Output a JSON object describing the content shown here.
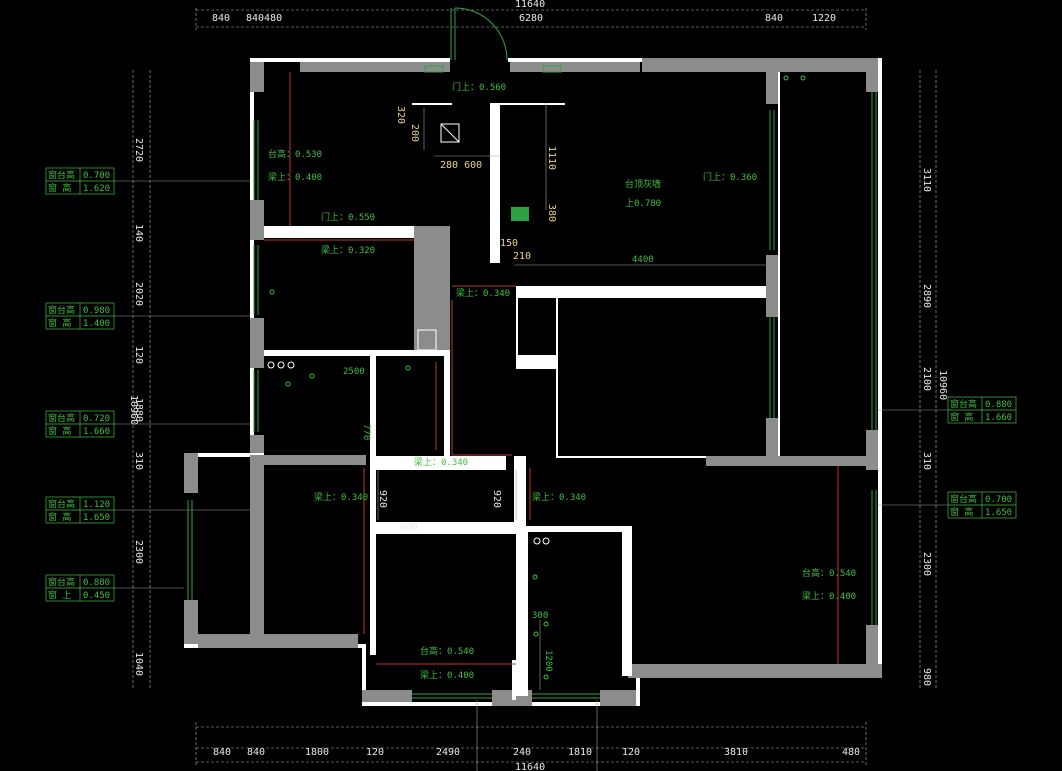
{
  "colors": {
    "wall": "#ffffff",
    "column": "#8c8c8c",
    "window": "#2ea043",
    "beam": "#c0392b",
    "text": "#3fbf3f",
    "dimension": "#b4b4b4"
  },
  "dims_top": {
    "total": "11640",
    "d1": "840",
    "d2": "840480",
    "d3": "6280",
    "d4": "840",
    "d5": "1220"
  },
  "dims_bottom": {
    "total": "11640",
    "d1": "840",
    "d2": "840",
    "d3": "1800",
    "d4": "120",
    "d5": "2490",
    "d6": "240",
    "d7": "1810",
    "d8": "120",
    "d9": "3810",
    "d10": "480"
  },
  "dims_left": {
    "total": "10960",
    "d1": "2720",
    "d2": "140",
    "d3": "2020",
    "d4": "120",
    "d5": "1880",
    "d6": "310",
    "d7": "2300",
    "d8": "1040"
  },
  "dims_right": {
    "total": "10960",
    "d1": "3110",
    "d2": "2890",
    "d3": "2100",
    "d4": "310",
    "d5": "2300",
    "d6": "980"
  },
  "window_tags": [
    {
      "row1_label": "窗台高",
      "row1_value": "0.700",
      "row2_label": "窗 高",
      "row2_value": "1.620"
    },
    {
      "row1_label": "窗台高",
      "row1_value": "0.980",
      "row2_label": "窗 高",
      "row2_value": "1.400"
    },
    {
      "row1_label": "窗台高",
      "row1_value": "0.720",
      "row2_label": "窗 高",
      "row2_value": "1.660"
    },
    {
      "row1_label": "窗台高",
      "row1_value": "1.120",
      "row2_label": "窗 高",
      "row2_value": "1.650"
    },
    {
      "row1_label": "窗台高",
      "row1_value": "0.880",
      "row2_label": "窗 上",
      "row2_value": "0.450"
    },
    {
      "row1_label": "窗台高",
      "row1_value": "0.880",
      "row2_label": "窗 高",
      "row2_value": "1.660"
    },
    {
      "row1_label": "窗台高",
      "row1_value": "0.700",
      "row2_label": "窗 高",
      "row2_value": "1.650"
    }
  ],
  "annotations": {
    "door_top_entry": "门上：0.560",
    "sill_1": "台高：0.530",
    "beam_1": "梁上：0.400",
    "door_top_2": "门上：0.550",
    "beam_2": "梁上：0.320",
    "beam_3": "梁上：0.340",
    "ceiling_1": "台顶灰墙",
    "ceiling_2": "上0.780",
    "door_top_3": "门上：0.360",
    "beam_4": "梁上：0.340",
    "beam_5": "梁上：0.340",
    "beam_6": "梁上：0.340",
    "sill_2": "台高：0.540",
    "beam_7": "梁上：0.400",
    "sill_3": "台高：0.540",
    "beam_8": "梁上：0.400",
    "small_320": "320",
    "small_200": "200",
    "small_280_600": "280 600",
    "small_1110": "1110",
    "small_380": "380",
    "small_150": "150",
    "small_210": "210",
    "small_4400": "4400",
    "small_2500": "2500",
    "small_770": "770",
    "small_920a": "920",
    "small_920b": "920",
    "small_900": "900",
    "small_300": "300",
    "small_1200": "1200"
  }
}
